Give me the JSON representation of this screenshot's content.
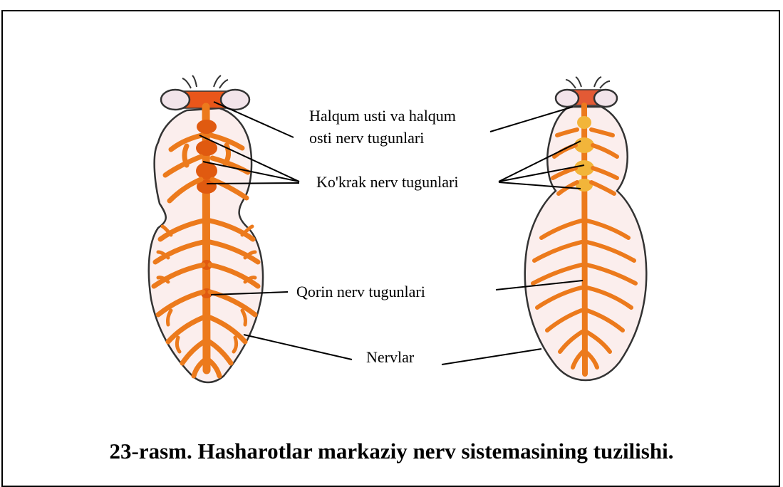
{
  "labels": {
    "ganglia_head": [
      "Halqum usti va halqum",
      "osti nerv tugunlari"
    ],
    "thoracic": "Ko'krak nerv tugunlari",
    "abdominal": "Qorin nerv tugunlari",
    "nerves": "Nervlar"
  },
  "caption": "23-rasm. Hasharotlar markaziy nerv sistemasining tuzilishi.",
  "colors": {
    "body_fill": "#fbeeed",
    "body_outline": "#333333",
    "nerve_orange": "#ec7a1c",
    "nerve_dark": "#e05a10",
    "ganglion_yellow": "#f2b53a",
    "eye_fill": "#f2e4ea",
    "pointer_line": "#000000"
  }
}
